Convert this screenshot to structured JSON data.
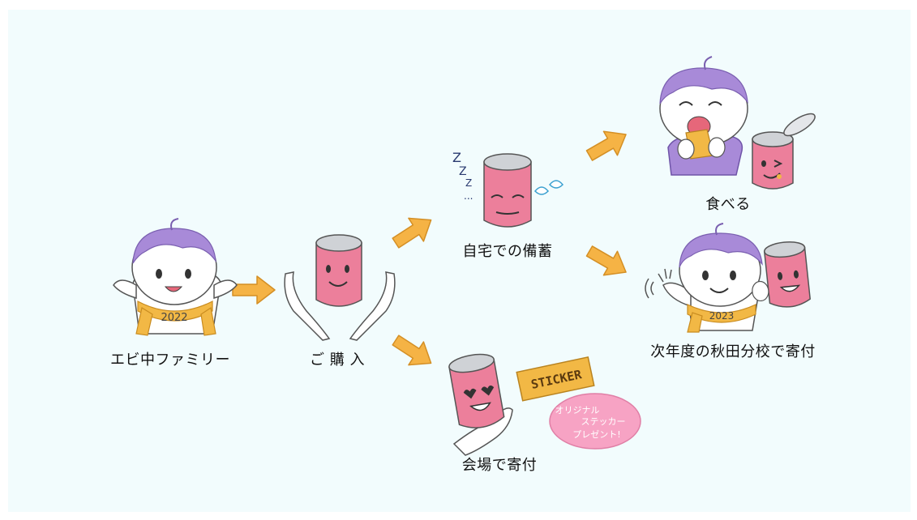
{
  "colors": {
    "background": "#f2fcfd",
    "arrow": "#f5b345",
    "can": "#ec7f9b",
    "hair": "#a88ad8",
    "scarf": "#f2b845",
    "sticker": "#f2b845",
    "badge": "#f7a3c4"
  },
  "nodes": {
    "family": {
      "label": "エビ中ファミリー",
      "scarf_text": "2022"
    },
    "purchase": {
      "label": "ご 購 入"
    },
    "home_storage": {
      "label": "自宅での備蓄",
      "sleep_text": "Z Z Z..."
    },
    "donate_venue": {
      "label": "会場で寄付"
    },
    "eat": {
      "label": "食べる"
    },
    "donate_next_year": {
      "label": "次年度の秋田分校で寄付",
      "scarf_text": "2023"
    }
  },
  "sticker": {
    "text": "STICKER"
  },
  "badge": {
    "lines": [
      "オリジナル",
      "ステッカー",
      "プレゼント!"
    ]
  },
  "icons": [
    "arrow-icon",
    "can-icon",
    "hands-icon",
    "child-icon",
    "sticker-icon",
    "badge-icon"
  ]
}
